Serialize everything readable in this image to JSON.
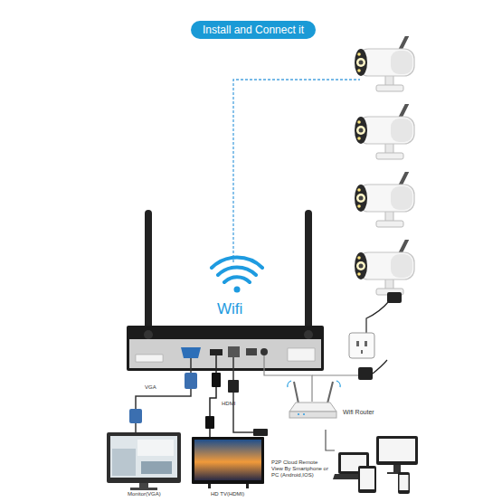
{
  "diagram": {
    "title": "Install and Connect it",
    "nodes": [
      {
        "text": [
          "Monitor(VGA)"
        ]
      },
      {
        "text": [
          "HD TV(HDMI)"
        ]
      },
      {
        "text": [
          "Wifi Router"
        ]
      },
      {
        "text": [
          "P2P Cloud Remote View By Smartphone or PC (Android,IOS)"
        ]
      }
    ],
    "edges": [
      {
        "from": 2,
        "to": 3,
        "arrow": "none"
      }
    ],
    "labels": [
      "Wifi",
      "VGA",
      "HDMI"
    ]
  }
}
